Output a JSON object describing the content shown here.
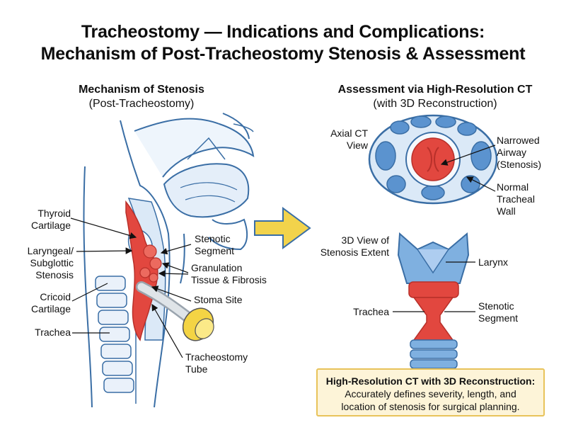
{
  "title": {
    "line1": "Tracheostomy — Indications and Complications:",
    "line2": "Mechanism of Post-Tracheostomy Stenosis & Assessment"
  },
  "left_panel": {
    "heading": "Mechanism of Stenosis",
    "subheading": "(Post-Tracheostomy)",
    "labels": {
      "thyroid": [
        "Thyroid",
        "Cartilage"
      ],
      "laryngeal": [
        "Laryngeal/",
        "Subglottic",
        "Stenosis"
      ],
      "cricoid": [
        "Cricoid",
        "Cartilage"
      ],
      "trachea": "Trachea",
      "stenotic": [
        "Stenotic",
        "Segment"
      ],
      "granulation": [
        "Granulation",
        "Tissue & Fibrosis"
      ],
      "stoma": "Stoma Site",
      "tube": [
        "Tracheostomy",
        "Tube"
      ]
    }
  },
  "right_panel": {
    "heading": "Assessment via High-Resolution CT",
    "subheading": "(with 3D Reconstruction)",
    "labels": {
      "axial": [
        "Axial CT",
        "View"
      ],
      "narrowed": [
        "Narrowed",
        "Airway",
        "(Stenosis)"
      ],
      "normal_wall": [
        "Normal",
        "Tracheal",
        "Wall"
      ],
      "view3d": [
        "3D View of",
        "Stenosis Extent"
      ],
      "larynx": "Larynx",
      "trachea": "Trachea",
      "stenotic": [
        "Stenotic",
        "Segment"
      ]
    }
  },
  "note": {
    "heading": "High-Resolution CT with 3D Reconstruction:",
    "line1": "Accurately defines severity, length, and",
    "line2": "location of stenosis for surgical planning."
  },
  "colors": {
    "outline": "#3a6ea5",
    "tissue_blue": "#dbe9f7",
    "stenosis_red": "#e2473f",
    "arrow_yellow": "#f2d34b",
    "note_bg": "#fdf4d8"
  }
}
